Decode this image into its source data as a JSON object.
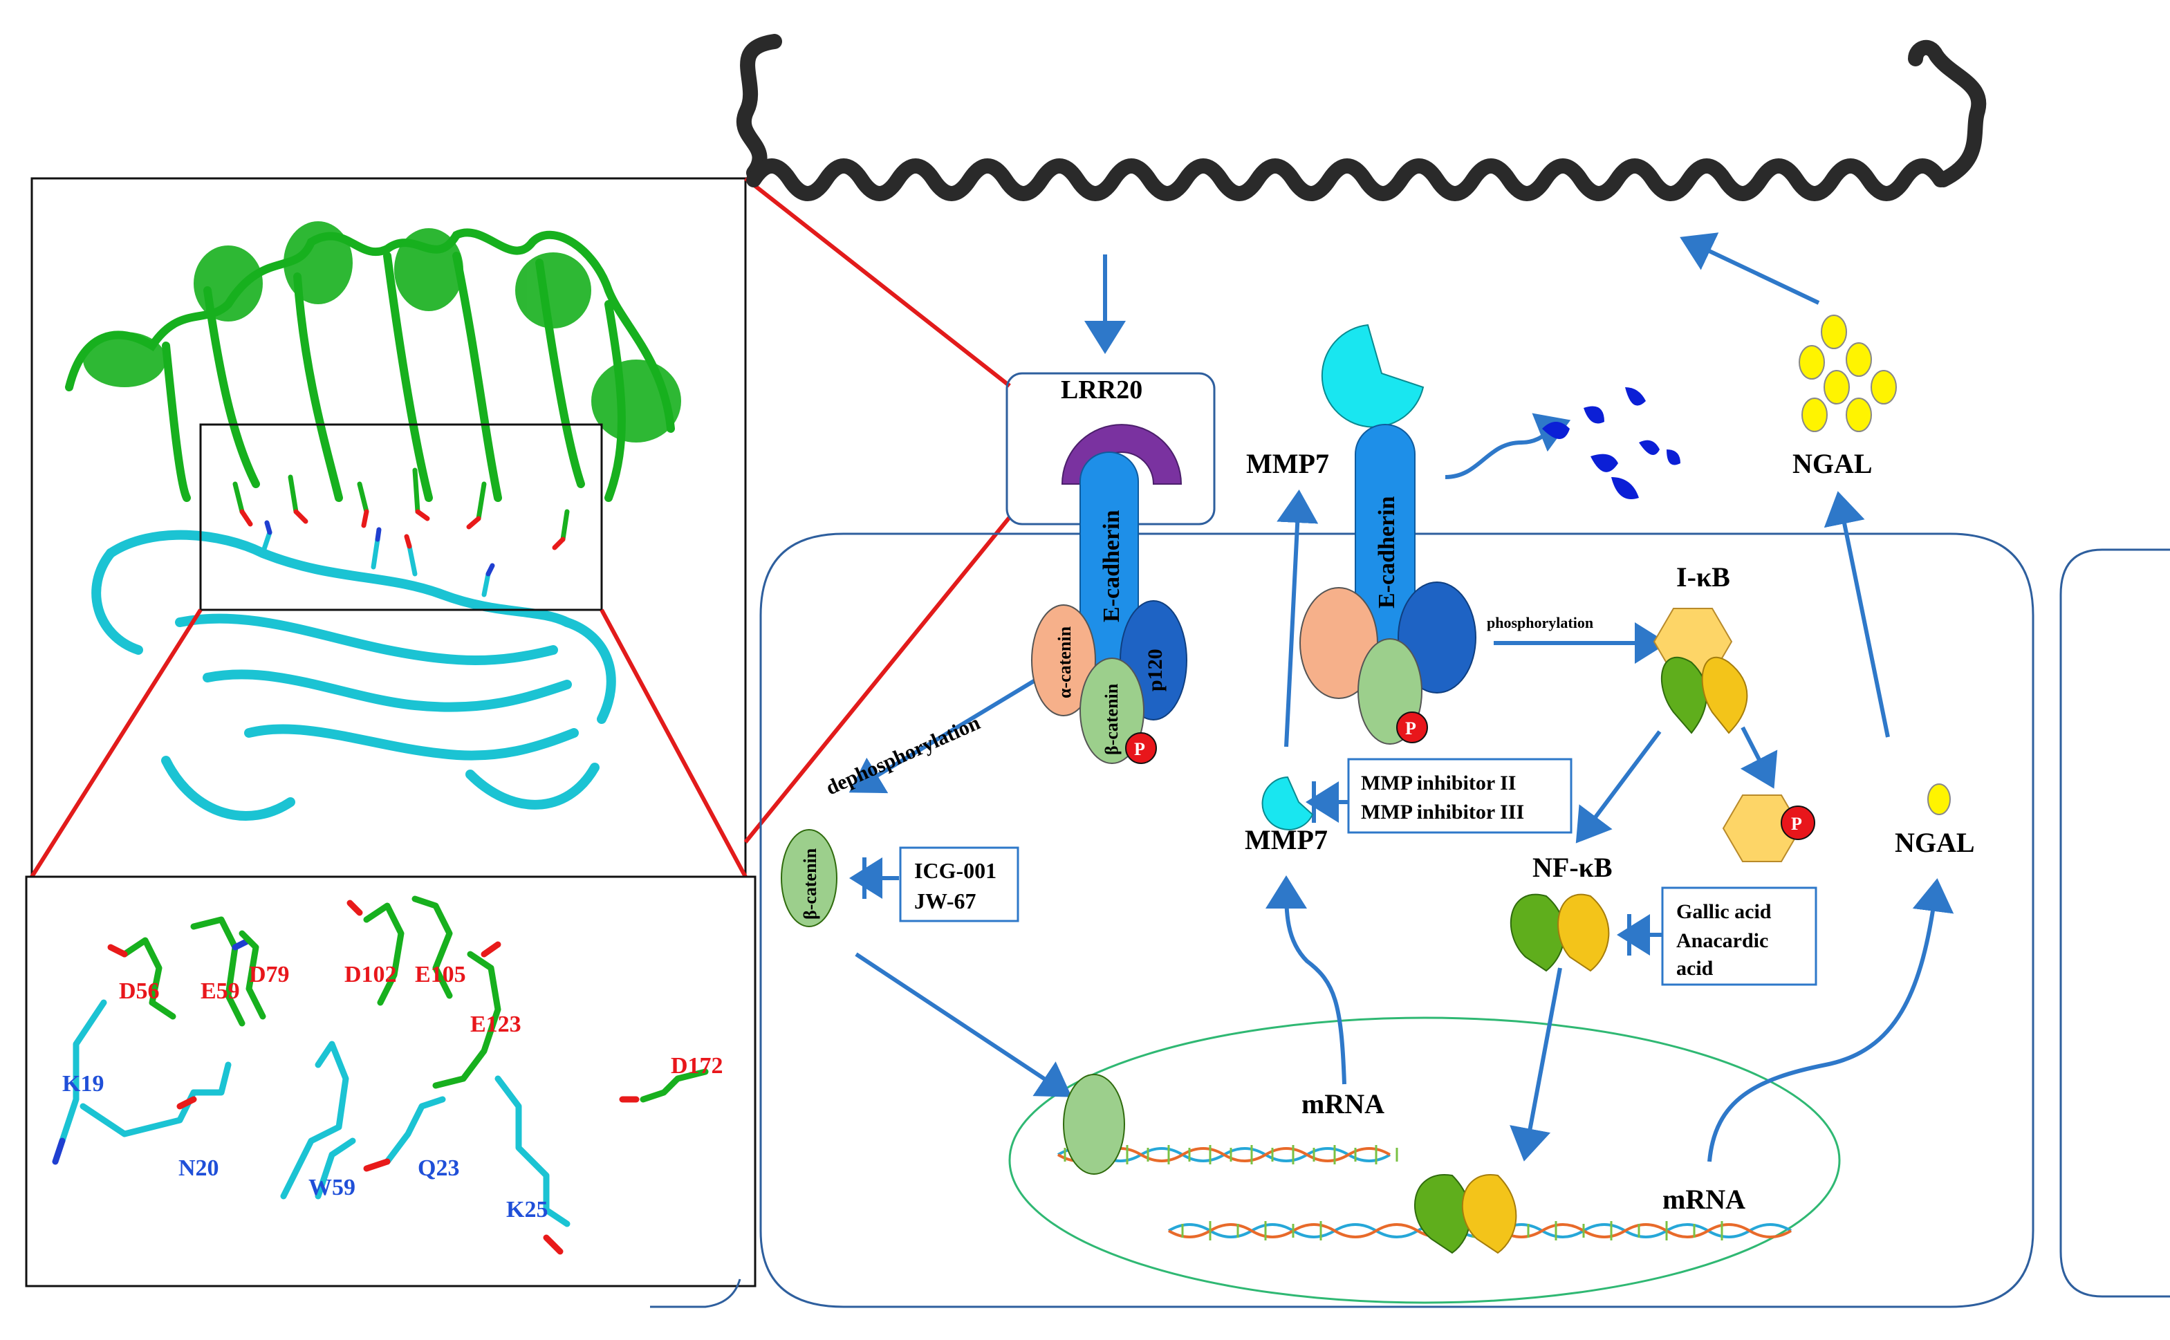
{
  "structure_panel": {
    "acidic_residues": [
      "D56",
      "E59",
      "D79",
      "D102",
      "E105",
      "E123",
      "D172"
    ],
    "basic_residues": [
      "K19",
      "N20",
      "W59",
      "Q23",
      "K25"
    ]
  },
  "pathway": {
    "lrr20_label": "LRR20",
    "ecadherin_label": "E-cadherin",
    "ecadherin_label_2": "E-cadherin",
    "alpha_catenin_label": "α-catenin",
    "beta_catenin_label": "β-catenin",
    "beta_catenin_free_label": "β-catenin",
    "p120_label": "p120",
    "phospho_marker": "P",
    "mmp7_top_label": "MMP7",
    "mmp7_mid_label": "MMP7",
    "dephosphorylation_label": "dephosphorylation",
    "phosphorylation_label": "phosphorylation",
    "ikb_label": "I-κB",
    "nfkb_label": "NF-κB",
    "ngal_top_label": "NGAL",
    "ngal_mid_label": "NGAL",
    "mrna_left_label": "mRNA",
    "mrna_right_label": "mRNA",
    "icg_box": [
      "ICG-001",
      "JW-67"
    ],
    "mmp_inhibitor_box": [
      "MMP inhibitor II",
      "MMP inhibitor III"
    ],
    "gallic_box": [
      "Gallic acid",
      "Anacardic",
      "acid"
    ]
  },
  "colors": {
    "arrow": "#2e78c9",
    "zoom_line": "#e21b1b",
    "cell_membrane": "#2e5f9e",
    "nucleus": "#2fb873",
    "cadherin_blue": "#1e8fe8",
    "lrr_purple": "#7a32a0",
    "catenin_orange": "#f6b08a",
    "catenin_green": "#9ccf8c",
    "p120_blue": "#1e63c4",
    "mmp7_cyan": "#19e6f0",
    "ngal_yellow": "#fff400",
    "ikb_hex": "#fdd567",
    "nfkb_green": "#5fae1c",
    "nfkb_gold": "#f3c41a",
    "collagen": "#2a2a2a",
    "helix_green": "#17b01e",
    "strand_cyan": "#1bc3d3"
  }
}
